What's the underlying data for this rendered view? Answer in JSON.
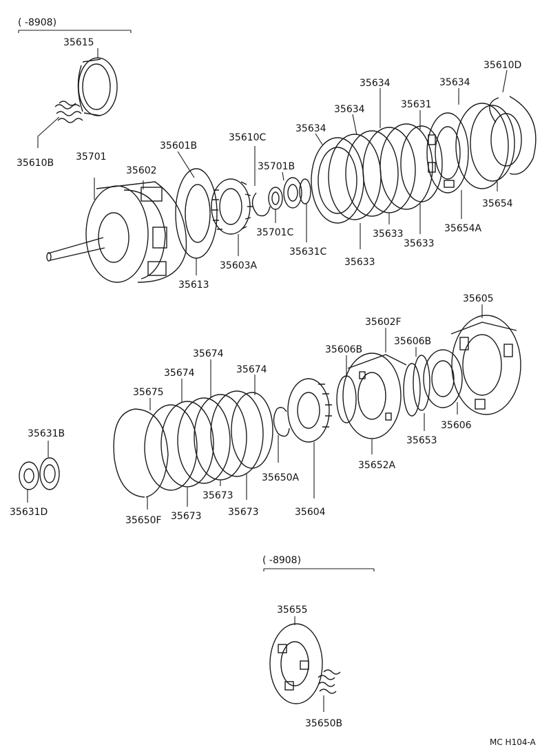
{
  "diagram_code": "MC  H104-A",
  "date_ranges": {
    "top": "(      -8908)",
    "bottom": "(      -8908)"
  },
  "labels": {
    "p35615": "35615",
    "p35610B": "35610B",
    "p35701": "35701",
    "p35602": "35602",
    "p35601B": "35601B",
    "p35610C": "35610C",
    "p35701B": "35701B",
    "p35634_a": "35634",
    "p35634_b": "35634",
    "p35634_c": "35634",
    "p35634_d": "35634",
    "p35631": "35631",
    "p35610D": "35610D",
    "p35654": "35654",
    "p35654A": "35654A",
    "p35633_a": "35633",
    "p35633_b": "35633",
    "p35633_c": "35633",
    "p35631C": "35631C",
    "p35701C": "35701C",
    "p35603A": "35603A",
    "p35613": "35613",
    "p35605": "35605",
    "p35602F": "35602F",
    "p35606B_a": "35606B",
    "p35606B_b": "35606B",
    "p35674_a": "35674",
    "p35674_b": "35674",
    "p35674_c": "35674",
    "p35675": "35675",
    "p35631B": "35631B",
    "p35631D": "35631D",
    "p35650F": "35650F",
    "p35673_a": "35673",
    "p35673_b": "35673",
    "p35673_c": "35673",
    "p35650A": "35650A",
    "p35604": "35604",
    "p35652A": "35652A",
    "p35653": "35653",
    "p35606": "35606",
    "p35655": "35655",
    "p35650B": "35650B"
  }
}
